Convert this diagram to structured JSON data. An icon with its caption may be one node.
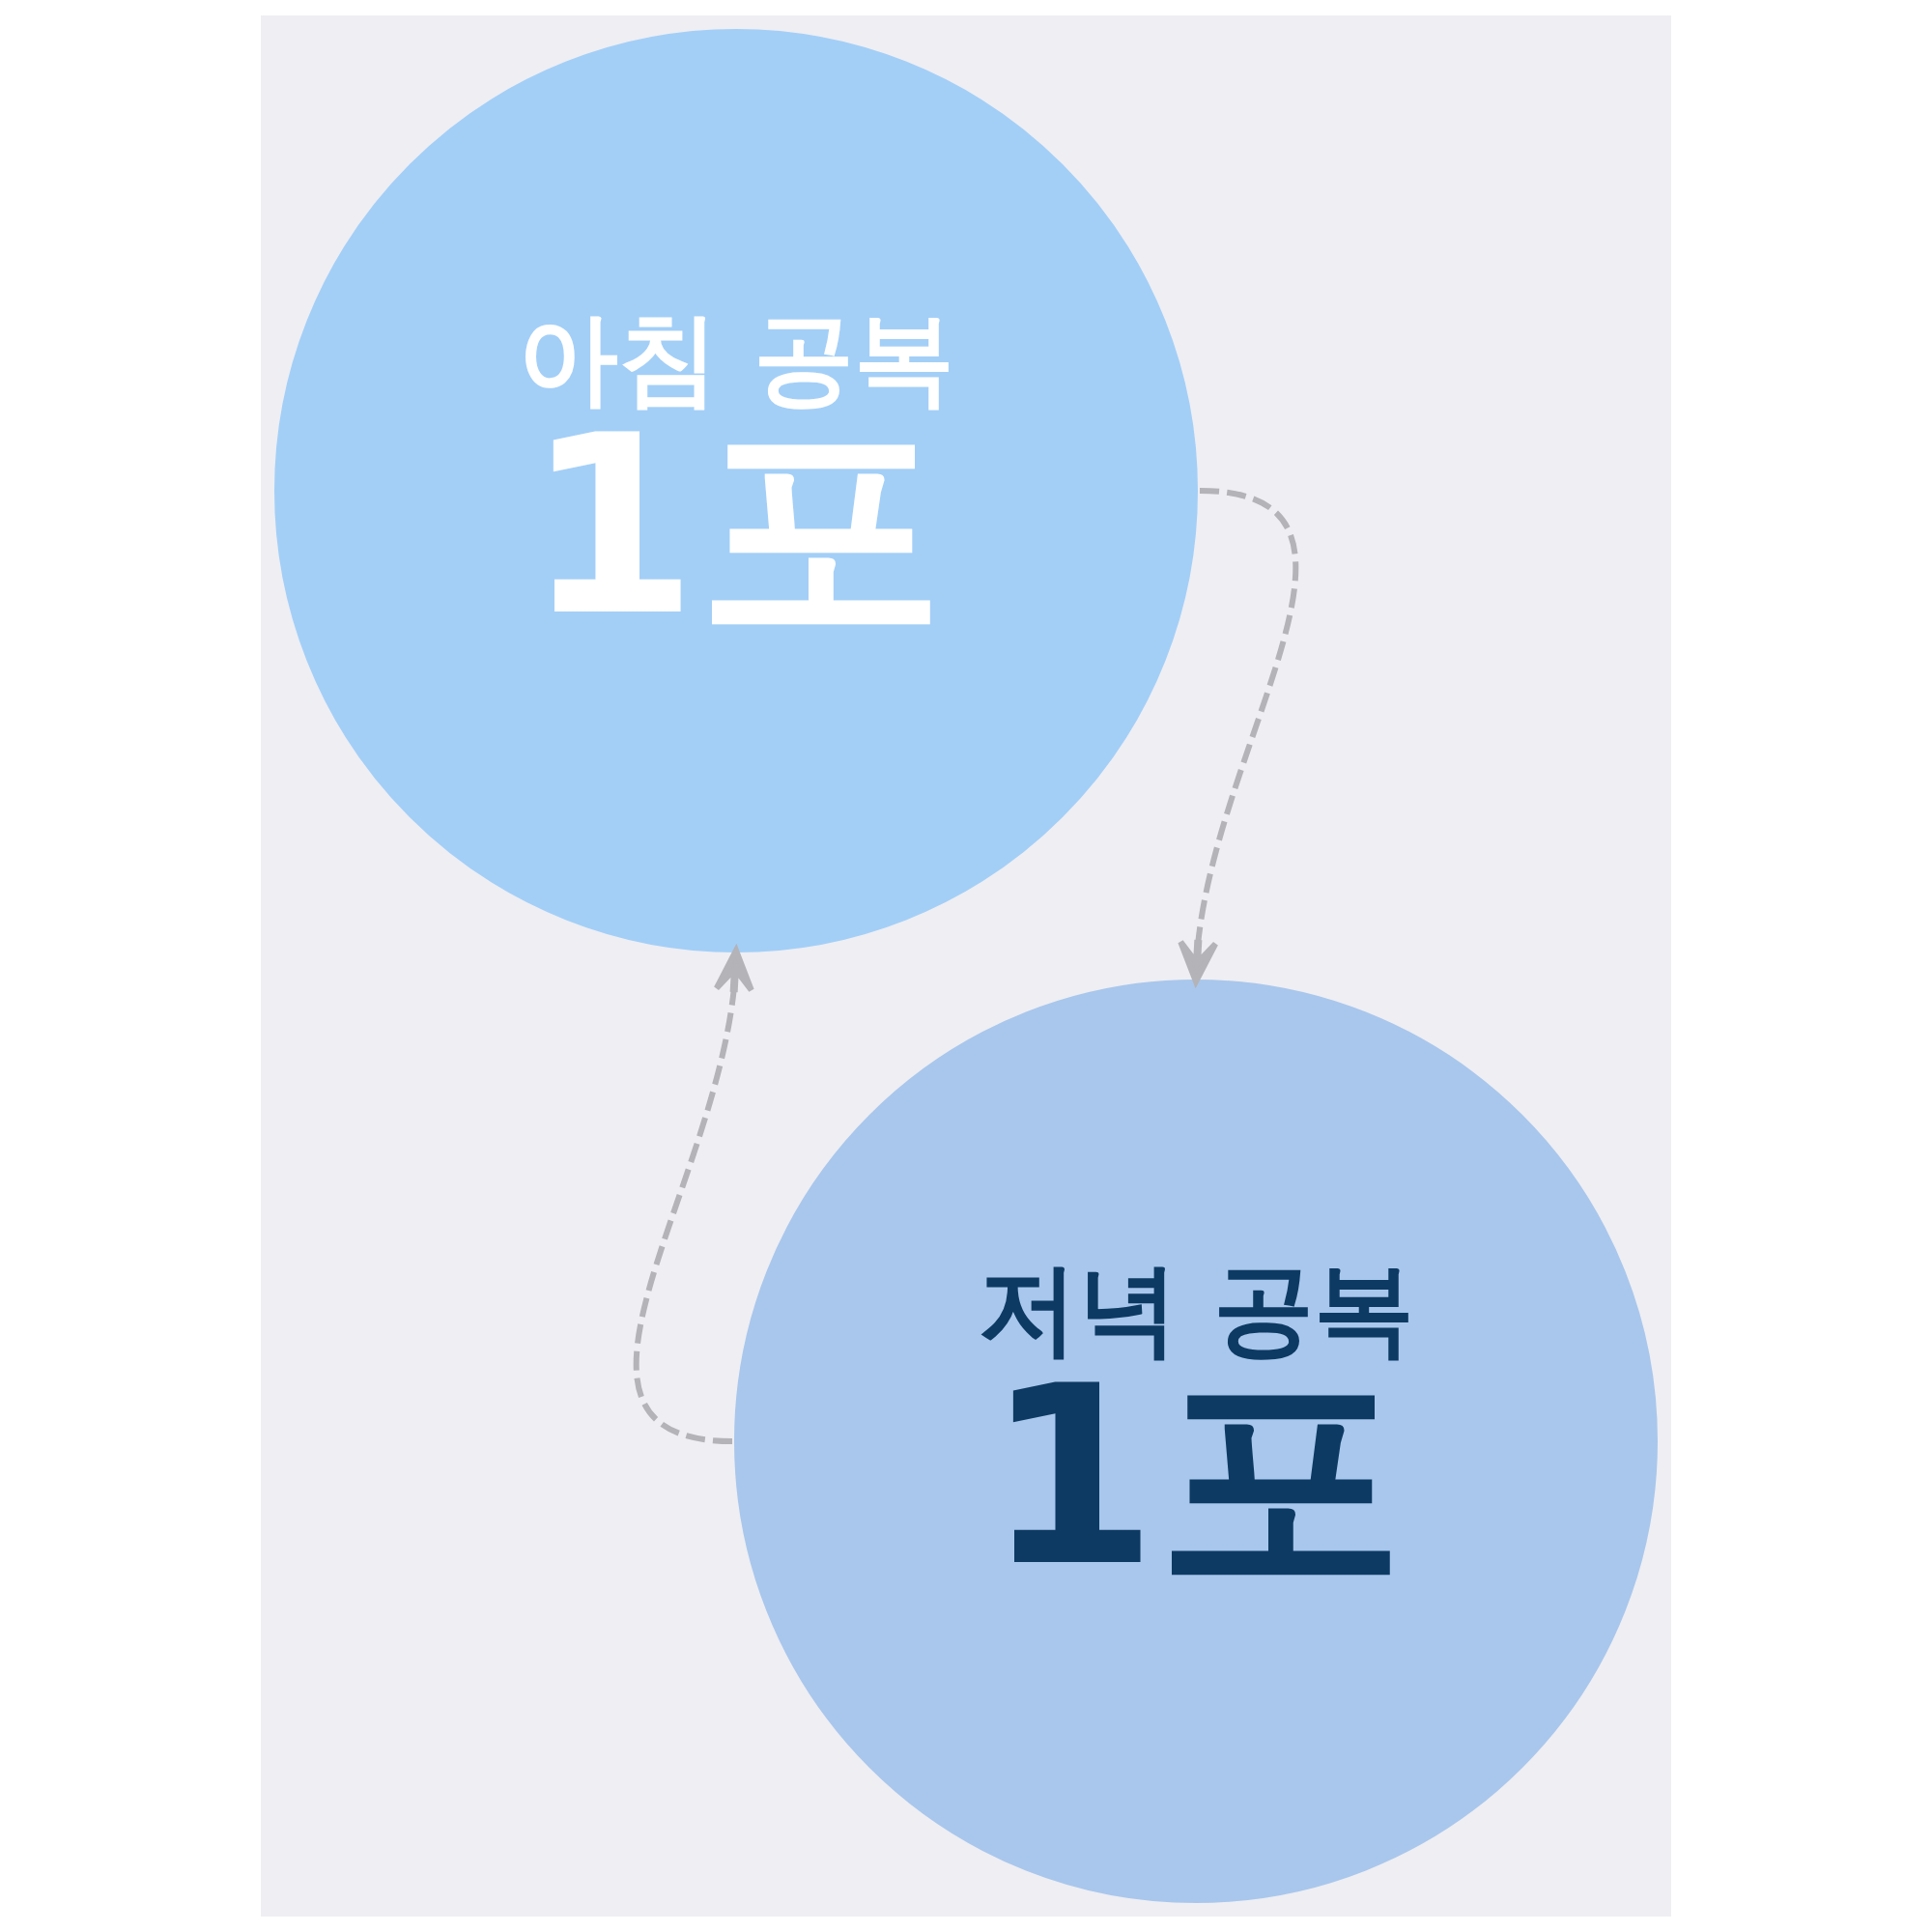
{
  "diagram": {
    "nodes": [
      {
        "text": [
          "아침 공복",
          "1포"
        ]
      },
      {
        "text": [
          "저녁 공복",
          "1포"
        ]
      }
    ],
    "edges": [
      {
        "from": 0,
        "to": 1,
        "arrow": "to",
        "style": "dashed"
      },
      {
        "from": 1,
        "to": 0,
        "arrow": "to",
        "style": "dashed"
      }
    ]
  }
}
